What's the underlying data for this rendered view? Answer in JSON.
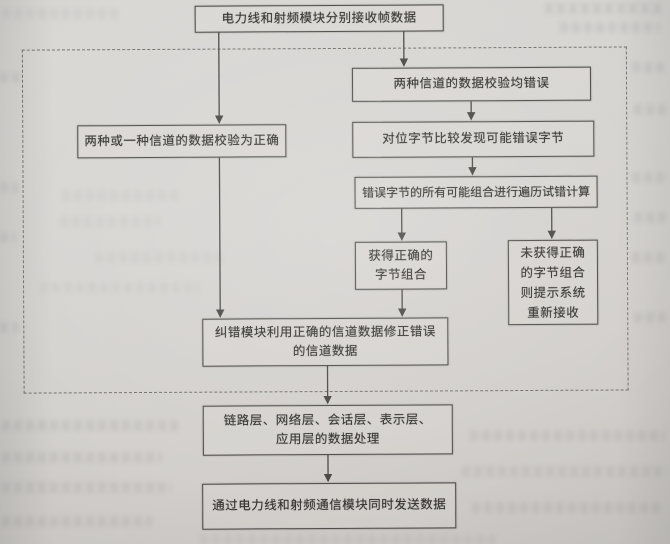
{
  "document": {
    "kind": "photographed book page with flowchart",
    "colors": {
      "paper": "#d6d3cf",
      "ink": "#35332f",
      "box_border": "#4e4c49",
      "dashed_border": "#6b6966"
    }
  },
  "nodes": {
    "receive": "电力线和射频模块分别接收帧数据",
    "check_correct": "两种或一种信道的数据校验为正确",
    "check_both_error": "两种信道的数据校验均错误",
    "byte_compare": "对位字节比较发现可能错误字节",
    "traverse_trial": "错误字节的所有可能组合进行遍历试错计算",
    "got_correct": "获得正确的\n字节组合",
    "not_correct": "未获得正确\n的字节组合\n则提示系统\n重新接收",
    "fix_error": "纠错模块利用正确的信道数据修正错误\n的信道数据",
    "layer_process": "链路层、网络层、会话层、表示层、\n应用层的数据处理",
    "send": "通过电力线和射频通信模块同时发送数据"
  }
}
